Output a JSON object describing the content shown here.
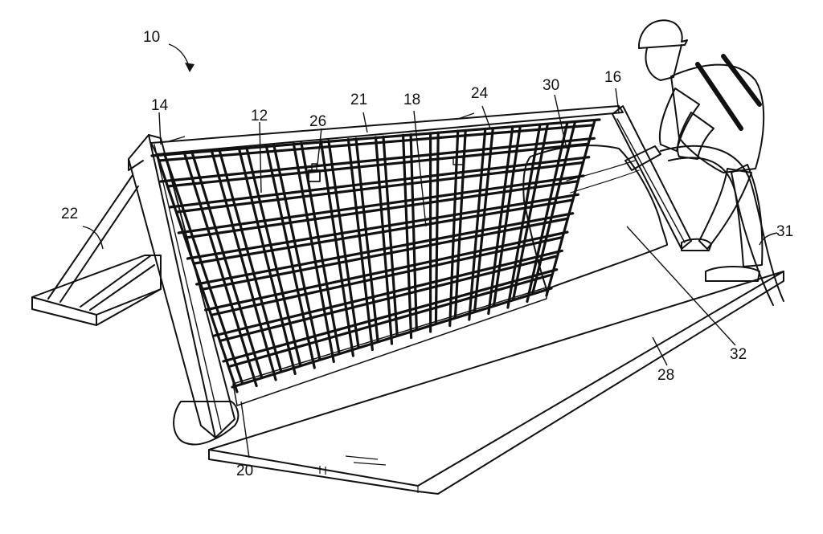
{
  "figure": {
    "reference_numerals": {
      "assembly": "10",
      "panel_area": "12",
      "left_post": "14",
      "right_post": "16",
      "rebar_grid": "18",
      "base_plate": "20",
      "top_rail": "21",
      "brace": "22",
      "top_bars": "24",
      "tie_clip": "26",
      "slab": "28",
      "sprayed_concrete": "30",
      "hose": "31",
      "spray_pattern": "32"
    }
  }
}
